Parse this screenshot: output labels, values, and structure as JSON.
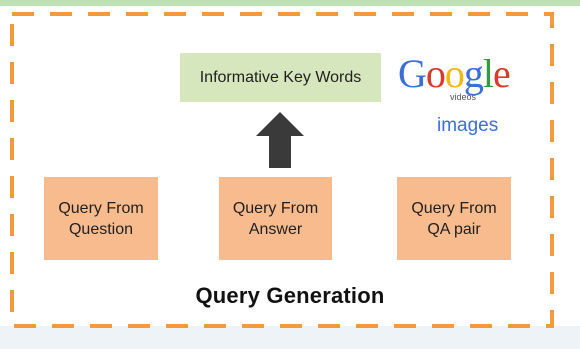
{
  "diagram": {
    "top_box": {
      "label": "Informative Key Words"
    },
    "query_boxes": [
      {
        "label_line1": "Query From",
        "label_line2": "Question"
      },
      {
        "label_line1": "Query From",
        "label_line2": "Answer"
      },
      {
        "label_line1": "Query From",
        "label_line2": "QA pair"
      }
    ],
    "title": "Query Generation",
    "google_logo": {
      "letters": [
        "G",
        "o",
        "o",
        "g",
        "l",
        "e"
      ],
      "sub_text": "videos",
      "images_text": "images"
    }
  },
  "colors": {
    "frame_dash": "#f39a3c",
    "keyword_box": "#d6e6bd",
    "query_box": "#f8bb8e",
    "arrow": "#3a3a3a"
  }
}
